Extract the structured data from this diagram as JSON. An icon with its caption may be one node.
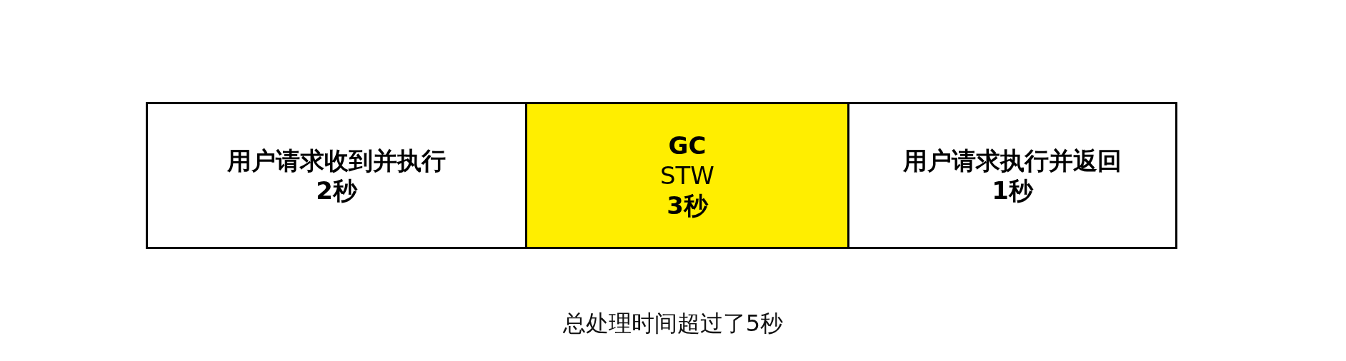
{
  "diagram": {
    "nodes": [
      {
        "text": [
          "用户请求收到并执行",
          "2秒"
        ]
      },
      {
        "text": [
          "GC",
          "STW",
          "3秒"
        ]
      },
      {
        "text": [
          "用户请求执行并返回",
          "1秒"
        ]
      }
    ],
    "labels": [
      "总处理时间超过了5秒"
    ]
  }
}
